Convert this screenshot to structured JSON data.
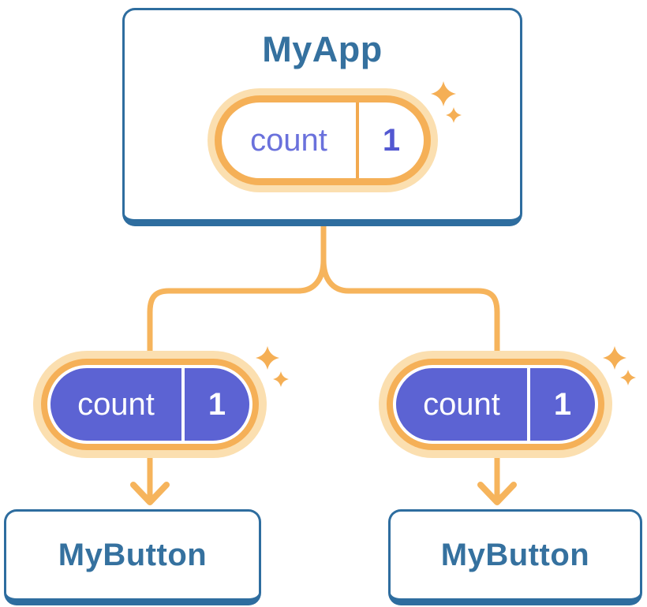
{
  "parent": {
    "label": "MyApp",
    "pill": {
      "key": "count",
      "value": "1"
    }
  },
  "children": [
    {
      "label": "MyButton",
      "pill": {
        "key": "count",
        "value": "1"
      }
    },
    {
      "label": "MyButton",
      "pill": {
        "key": "count",
        "value": "1"
      }
    }
  ],
  "colors": {
    "card_border": "#2E6D9F",
    "title_text": "#35719F",
    "pill_ring": "#F5B057",
    "pill_glow": "#FBDFB0",
    "pill_fill_purple": "#5C63D3",
    "pill_key_text": "#6A71DC",
    "pill_value_text": "#5358D1",
    "pill_divider_light": "#F2A94F",
    "connector": "#F6B45C",
    "sparkle": "#F5AF55"
  }
}
